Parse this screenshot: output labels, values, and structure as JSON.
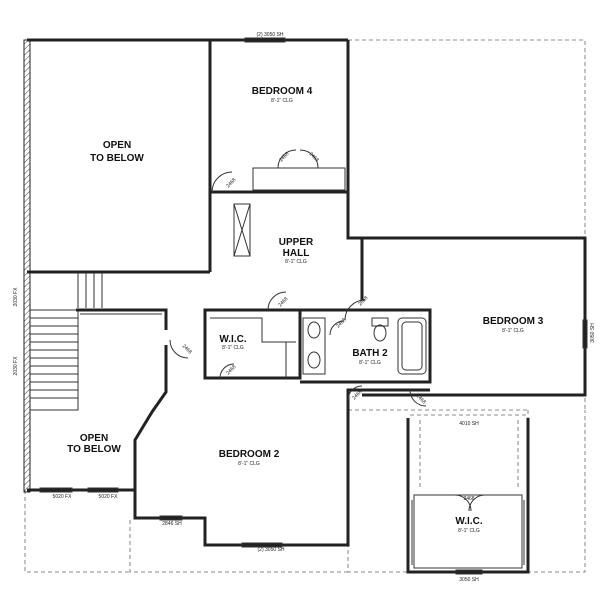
{
  "rooms": {
    "bedroom4": {
      "name": "BEDROOM 4",
      "ceiling": "8'-1\" CLG"
    },
    "open_top": {
      "line1": "OPEN",
      "line2": "TO BELOW"
    },
    "upper_hall": {
      "line1": "UPPER",
      "line2": "HALL",
      "ceiling": "8'-1\" CLG"
    },
    "bedroom3": {
      "name": "BEDROOM 3",
      "ceiling": "8'-1\" CLG"
    },
    "wic_left": {
      "name": "W.I.C.",
      "ceiling": "8'-1\" CLG"
    },
    "bath2": {
      "name": "BATH 2",
      "ceiling": "8'-1\" CLG"
    },
    "open_bottom": {
      "line1": "OPEN",
      "line2": "TO BELOW"
    },
    "bedroom2": {
      "name": "BEDROOM 2",
      "ceiling": "8'-1\" CLG"
    },
    "wic_right": {
      "name": "W.I.C.",
      "ceiling": "8'-1\" CLG"
    }
  },
  "windows": {
    "top": "(2) 3050 SH",
    "right": "3050 SH",
    "left_upper": "2030 FX",
    "left_lower": "2030 FX",
    "bottom_left_a": "5020 FX",
    "bottom_left_b": "5020 FX",
    "bedroom2_small": "2846 SH",
    "bottom_mid": "(2) 3050 SH",
    "wic_top": "4010 SH",
    "bottom_right": "3050 SH"
  },
  "doors": {
    "bed4_closet_a": "2468",
    "bed4_closet_b": "2468",
    "bed4_entry": "2468",
    "hall_wic": "2468",
    "bed3_entry": "2868",
    "bath_entry": "2468",
    "wic_left_entry": "2468",
    "bed2_entry": "2468",
    "bath_linen": "2468",
    "bed3_closet": "2468",
    "wic_right_entry": "2468"
  }
}
